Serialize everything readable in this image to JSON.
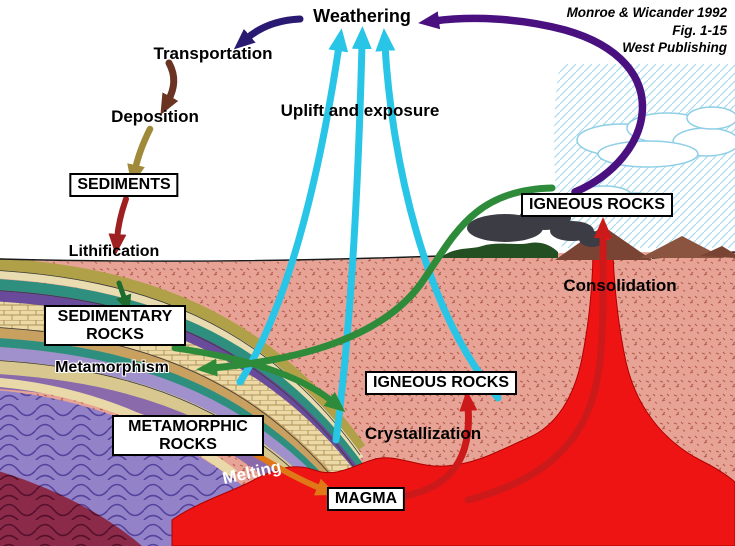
{
  "attribution": {
    "line1": "Monroe & Wicander 1992",
    "line2": "Fig. 1-15",
    "line3": "West Publishing"
  },
  "labels": {
    "weathering": "Weathering",
    "transportation": "Transportation",
    "deposition": "Deposition",
    "sediments": "SEDIMENTS",
    "lithification": "Lithification",
    "sedimentary_rocks": "SEDIMENTARY ROCKS",
    "metamorphism": "Metamorphism",
    "metamorphic_rocks": "METAMORPHIC ROCKS",
    "melting": "Melting",
    "magma": "MAGMA",
    "crystallization": "Crystallization",
    "igneous_rocks_mid": "IGNEOUS ROCKS",
    "igneous_rocks_top": "IGNEOUS ROCKS",
    "consolidation": "Consolidation",
    "uplift_and_exposure": "Uplift and exposure"
  },
  "arrows": [
    {
      "name": "igneous-top-to-weathering",
      "from": "IGNEOUS ROCKS",
      "to": "Weathering",
      "color": "#4a1080"
    },
    {
      "name": "weathering-to-transportation",
      "from": "Weathering",
      "to": "Transportation",
      "color": "#2a1a72"
    },
    {
      "name": "transportation-to-deposition",
      "from": "Transportation",
      "to": "Deposition",
      "color": "#6b3322"
    },
    {
      "name": "deposition-to-sediments",
      "from": "Deposition",
      "to": "SEDIMENTS",
      "color": "#a08a3a"
    },
    {
      "name": "sediments-to-lithification",
      "from": "SEDIMENTS",
      "to": "Lithification",
      "color": "#9e2020"
    },
    {
      "name": "lithification-to-sedimentary-rocks",
      "from": "Lithification",
      "to": "SEDIMENTARY ROCKS",
      "color": "#1d6b2d"
    },
    {
      "name": "uplift-and-exposure-1",
      "process": "Uplift and exposure",
      "color": "#29c5e6"
    },
    {
      "name": "uplift-and-exposure-2",
      "process": "Uplift and exposure",
      "color": "#29c5e6"
    },
    {
      "name": "uplift-and-exposure-3",
      "process": "Uplift and exposure",
      "color": "#29c5e6"
    },
    {
      "name": "igneous-to-metamorphism",
      "from": "IGNEOUS ROCKS",
      "to": "Metamorphism",
      "color": "#2e8b3a"
    },
    {
      "name": "sedimentary-to-metamorphic",
      "from": "SEDIMENTARY ROCKS",
      "to": "METAMORPHIC ROCKS",
      "color": "#2e8b3a"
    },
    {
      "name": "metamorphic-melting-to-magma",
      "from": "METAMORPHIC ROCKS",
      "to": "MAGMA",
      "color": "#e07818"
    },
    {
      "name": "magma-crystallization-to-igneous",
      "from": "MAGMA",
      "to": "IGNEOUS ROCKS",
      "color": "#cc1a1a"
    },
    {
      "name": "magma-consolidation-to-igneous",
      "from": "MAGMA",
      "to": "IGNEOUS ROCKS",
      "color": "#cc1a1a"
    }
  ],
  "colors": {
    "uplift_arrows": "#29c5e6",
    "metamorphism_arrows": "#2e8b3a",
    "magma_arrows": "#cc1a1a",
    "weathering_arc": "#4a1080",
    "melting_arrow": "#e07818",
    "magma_fill": "#ee1414",
    "sky_hatch": "#aadcee"
  }
}
